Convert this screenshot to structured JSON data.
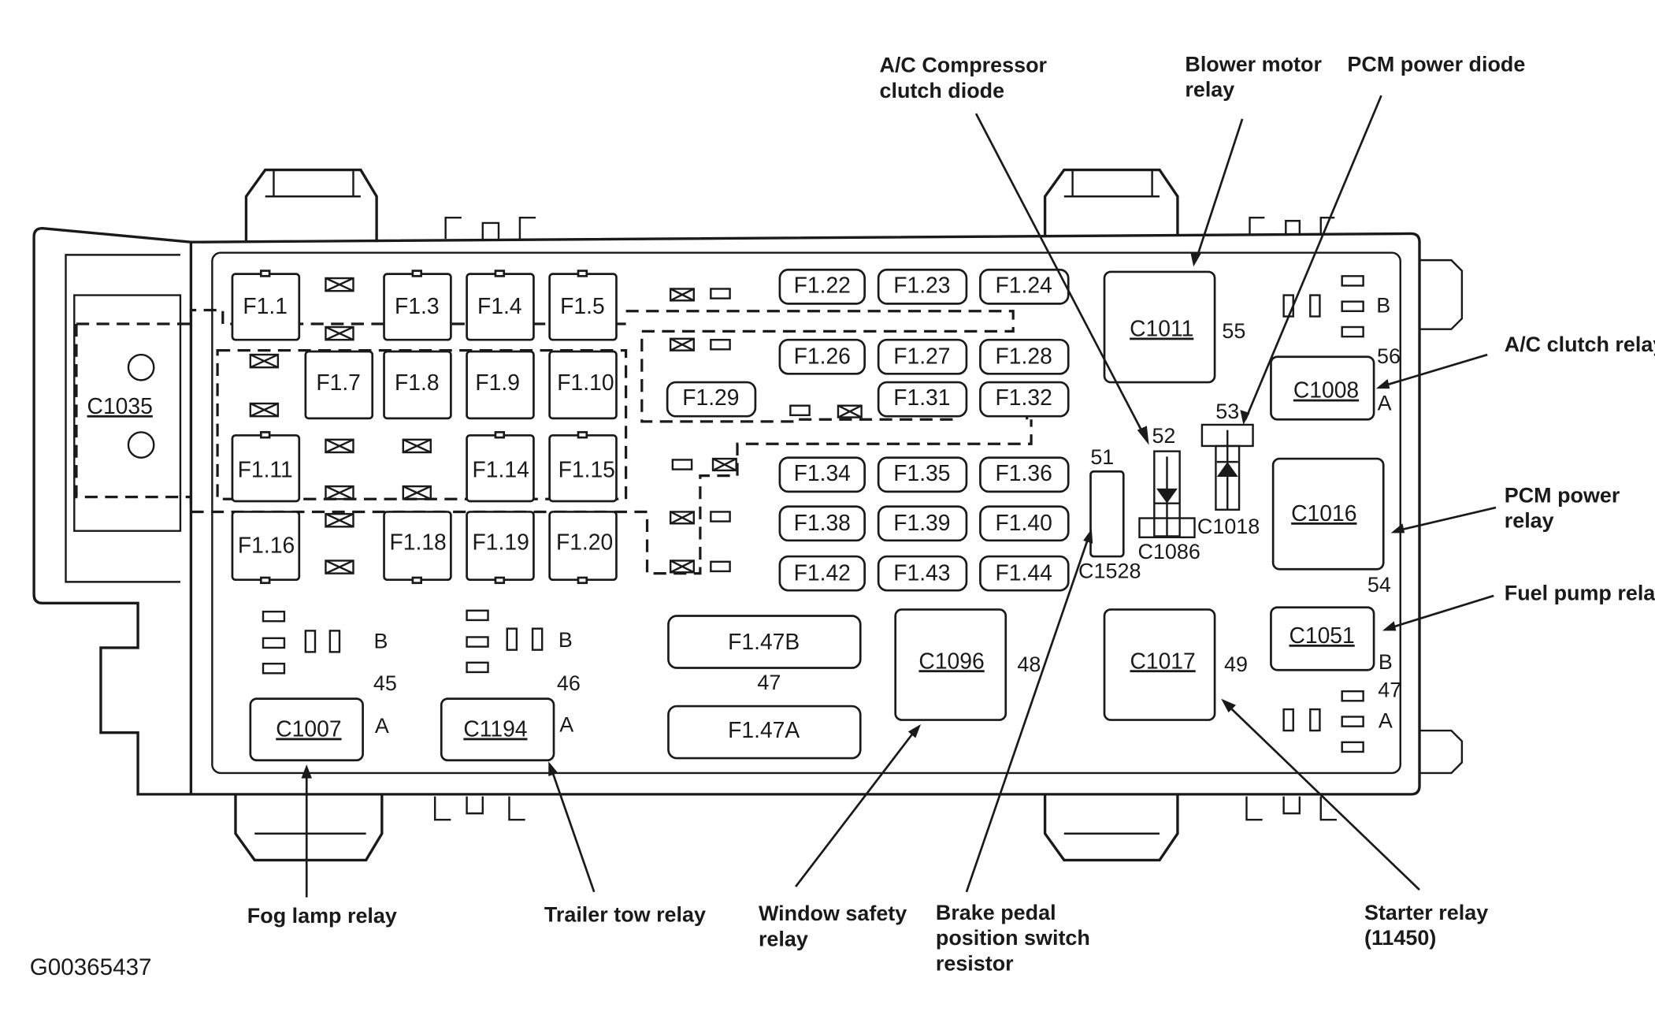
{
  "figure_code": "G00365437",
  "fuses": [
    {
      "id": "F1.1"
    },
    {
      "id": "F1.3"
    },
    {
      "id": "F1.4"
    },
    {
      "id": "F1.5"
    },
    {
      "id": "F1.7"
    },
    {
      "id": "F1.8"
    },
    {
      "id": "F1.9"
    },
    {
      "id": "F1.10"
    },
    {
      "id": "F1.11"
    },
    {
      "id": "F1.14"
    },
    {
      "id": "F1.15"
    },
    {
      "id": "F1.16"
    },
    {
      "id": "F1.18"
    },
    {
      "id": "F1.19"
    },
    {
      "id": "F1.20"
    },
    {
      "id": "F1.22"
    },
    {
      "id": "F1.23"
    },
    {
      "id": "F1.24"
    },
    {
      "id": "F1.26"
    },
    {
      "id": "F1.27"
    },
    {
      "id": "F1.28"
    },
    {
      "id": "F1.29"
    },
    {
      "id": "F1.31"
    },
    {
      "id": "F1.32"
    },
    {
      "id": "F1.34"
    },
    {
      "id": "F1.35"
    },
    {
      "id": "F1.36"
    },
    {
      "id": "F1.38"
    },
    {
      "id": "F1.39"
    },
    {
      "id": "F1.40"
    },
    {
      "id": "F1.42"
    },
    {
      "id": "F1.43"
    },
    {
      "id": "F1.44"
    },
    {
      "id": "F1.47B"
    },
    {
      "id": "F1.47A"
    }
  ],
  "connectors": {
    "c1035": "C1035",
    "c1011": "C1011",
    "c1008": "C1008",
    "c1016": "C1016",
    "c1051": "C1051",
    "c1017": "C1017",
    "c1096": "C1096",
    "c1007": "C1007",
    "c1194": "C1194",
    "c1528": "C1528",
    "c1086": "C1086",
    "c1018": "C1018"
  },
  "position_numbers": {
    "p55": "55",
    "p56": "56",
    "p53": "53",
    "p52": "52",
    "p51": "51",
    "p54": "54",
    "p47r": "47",
    "p49": "49",
    "p48": "48",
    "p47": "47",
    "p45": "45",
    "p46": "46"
  },
  "pin_letters": {
    "b_right_top": "B",
    "a_1008": "A",
    "b_1051": "B",
    "a_right_bottom": "A",
    "b_45": "B",
    "a_45": "A",
    "b_46": "B",
    "a_46": "A"
  },
  "callouts": {
    "ac_compressor": [
      "A/C Compressor",
      "clutch diode"
    ],
    "blower_motor": [
      "Blower motor",
      "relay"
    ],
    "pcm_diode": [
      "PCM power diode"
    ],
    "ac_clutch": [
      "A/C clutch relay"
    ],
    "pcm_relay": [
      "PCM power",
      "relay"
    ],
    "fuel_pump": [
      "Fuel pump relay"
    ],
    "fog_lamp": [
      "Fog lamp relay"
    ],
    "trailer_tow": [
      "Trailer tow relay"
    ],
    "window_safety": [
      "Window safety",
      "relay"
    ],
    "brake_pedal": [
      "Brake pedal",
      "position switch",
      "resistor"
    ],
    "starter": [
      "Starter relay",
      "(11450)"
    ]
  }
}
